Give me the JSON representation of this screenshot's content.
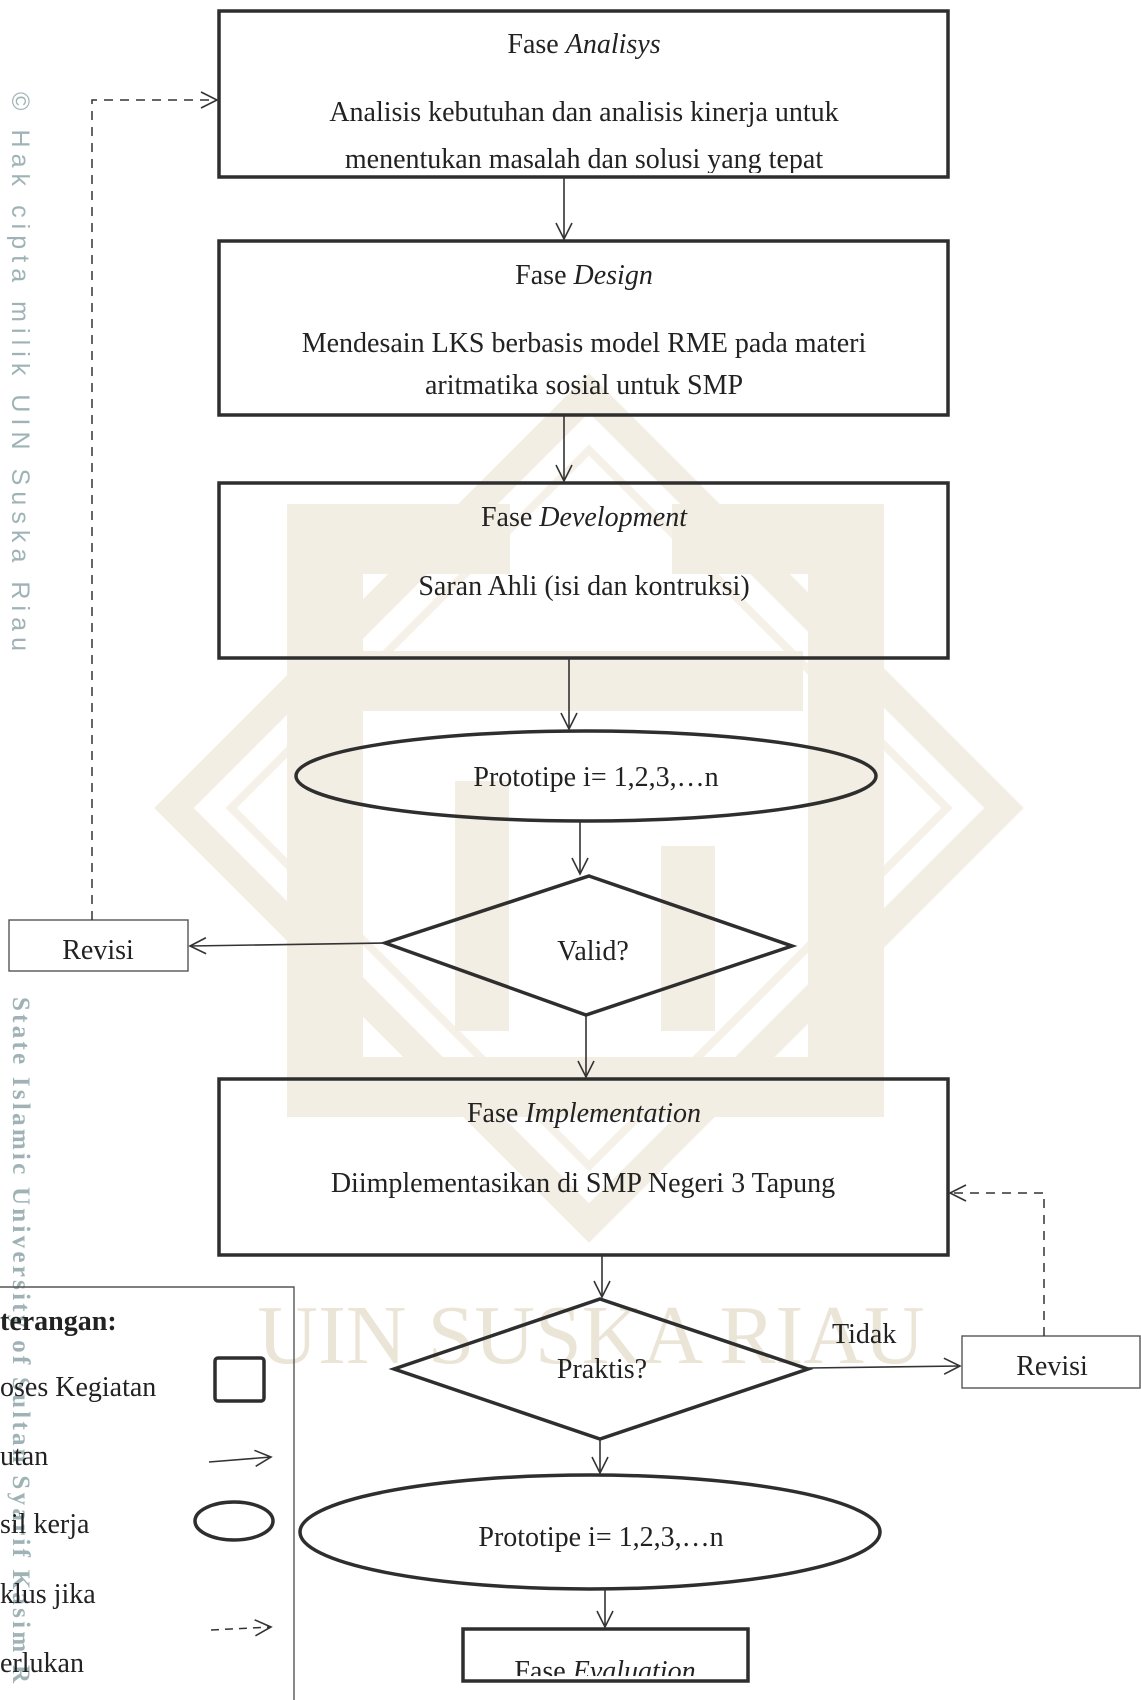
{
  "watermarks": {
    "side_top": "© Hak cipta milik UIN Suska Riau",
    "side_bottom": "State Islamic University of Sultan Syarif Kasim R",
    "center": "UIN SUSKA RIAU"
  },
  "phases": {
    "analysis": {
      "prefix": "Fase",
      "name": "Analisys",
      "lines": [
        "Analisis kebutuhan dan analisis kinerja untuk",
        "menentukan masalah dan solusi yang tepat"
      ]
    },
    "design": {
      "prefix": "Fase",
      "name": "Design",
      "lines": [
        "Mendesain LKS berbasis model RME pada materi",
        "aritmatika sosial untuk SMP"
      ]
    },
    "development": {
      "prefix": "Fase",
      "name": "Development",
      "lines": [
        "Saran Ahli (isi dan kontruksi)"
      ]
    },
    "implementation": {
      "prefix": "Fase",
      "name": "Implementation",
      "lines": [
        "Diimplementasikan di SMP Negeri 3 Tapung"
      ]
    },
    "evaluation": {
      "prefix": "Fase",
      "name": "Evaluation"
    }
  },
  "prototypes": {
    "first": "Prototipe i= 1,2,3,…n",
    "second": "Prototipe i= 1,2,3,…n"
  },
  "decisions": {
    "valid": "Valid?",
    "praktis": "Praktis?",
    "no_label": "Tidak"
  },
  "revisi": {
    "left": "Revisi",
    "right": "Revisi"
  },
  "legend": {
    "title": "terangan:",
    "items": [
      {
        "label": "oses Kegiatan",
        "icon": "rectangle-icon"
      },
      {
        "label": "utan",
        "icon": "arrow-icon"
      },
      {
        "label": "sil kerja",
        "icon": "ellipse-icon"
      },
      {
        "label": "klus jika",
        "icon": "dashed-arrow-icon"
      },
      {
        "label": "erlukan",
        "icon": ""
      }
    ]
  },
  "colors": {
    "stroke": "#2e2e2e",
    "text": "#222222",
    "side_watermark": "#9fb3b6",
    "logo_watermark": "#f3eee4",
    "center_watermark_text": "#ebe5d7"
  }
}
